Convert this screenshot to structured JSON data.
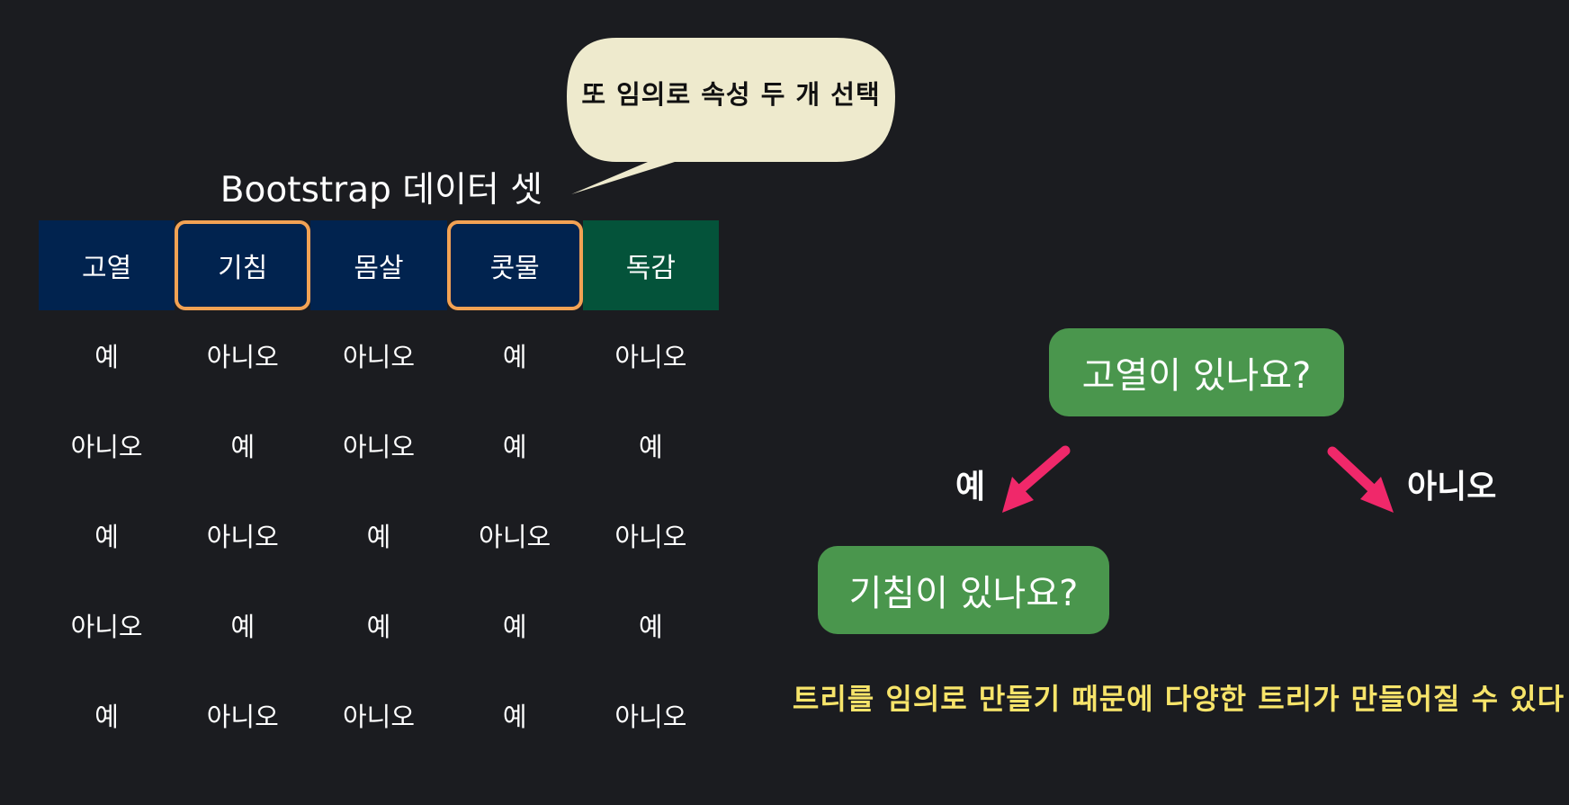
{
  "title": "Bootstrap 데이터 셋",
  "bubble": "또 임의로 속성 두 개 선택",
  "table": {
    "headers": [
      "고열",
      "기침",
      "몸살",
      "콧물",
      "독감"
    ],
    "rows": [
      [
        "예",
        "아니오",
        "아니오",
        "예",
        "아니오"
      ],
      [
        "아니오",
        "예",
        "아니오",
        "예",
        "예"
      ],
      [
        "예",
        "아니오",
        "예",
        "아니오",
        "아니오"
      ],
      [
        "아니오",
        "예",
        "예",
        "예",
        "예"
      ],
      [
        "예",
        "아니오",
        "아니오",
        "예",
        "아니오"
      ]
    ]
  },
  "tree": {
    "root": "고열이 있나요?",
    "yes_label": "예",
    "no_label": "아니오",
    "child": "기침이 있나요?"
  },
  "note": "트리를 임의로 만들기 때문에 다양한 트리가 만들어질 수 있다",
  "colors": {
    "background": "#1b1c20",
    "header_feature": "#01234f",
    "header_target": "#04533a",
    "selection_border": "#f2a254",
    "node": "#4a964d",
    "arrow": "#f0286a",
    "note_text": "#f7e46a",
    "bubble_fill": "#eeeacd"
  }
}
